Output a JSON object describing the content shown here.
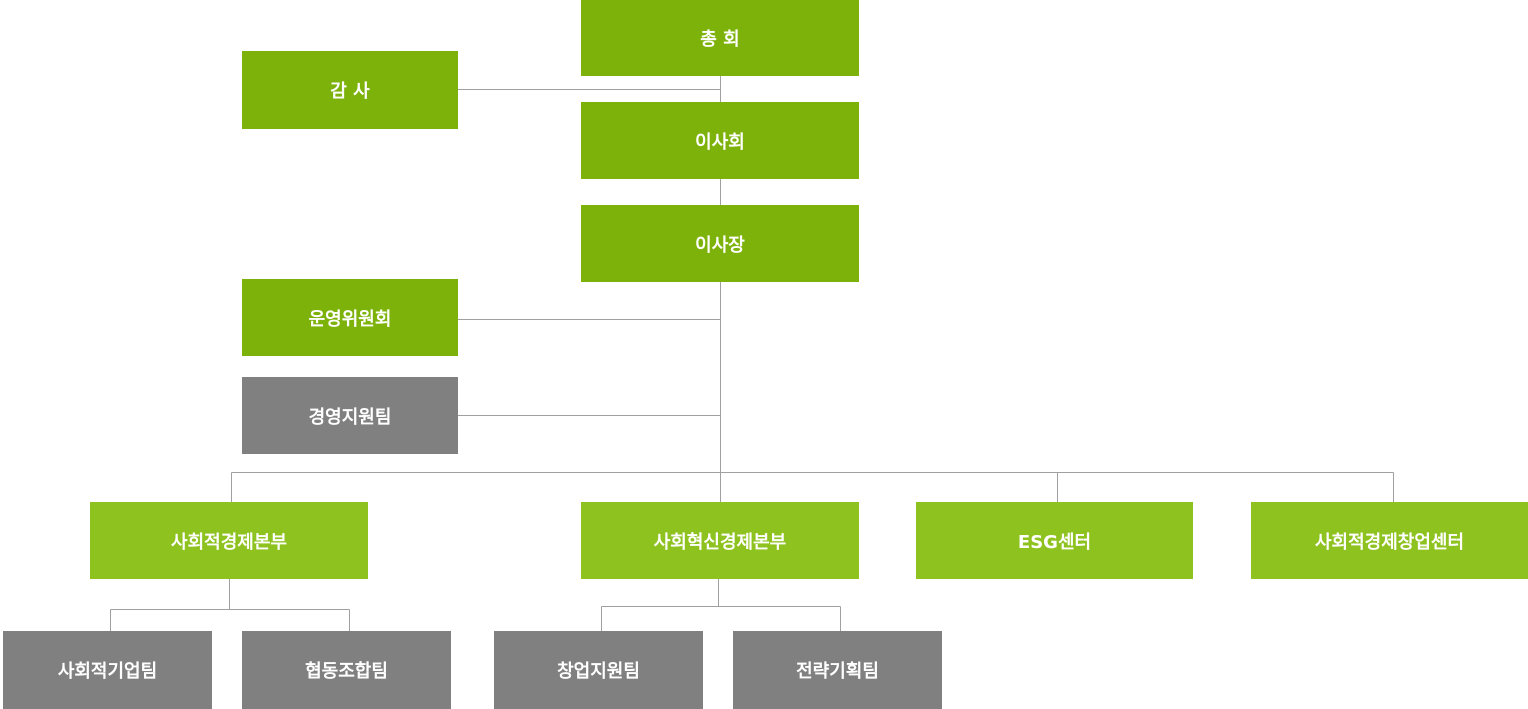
{
  "nodes": {
    "general_assembly": "총 회",
    "audit": "감 사",
    "board": "이사회",
    "chairman": "이사장",
    "steering_committee": "운영위원회",
    "management_support_team": "경영지원팀",
    "social_economy_hq": "사회적경제본부",
    "social_innovation_hq": "사회혁신경제본부",
    "esg_center": "ESG센터",
    "startup_center": "사회적경제창업센터",
    "social_enterprise_team": "사회적기업팀",
    "cooperative_team": "협동조합팀",
    "startup_support_team": "창업지원팀",
    "strategy_planning_team": "전략기획팀"
  },
  "colors": {
    "executive_green": "#7db20a",
    "division_green": "#8ec21f",
    "team_gray": "#808080",
    "connector_gray": "#a0a0a0"
  }
}
